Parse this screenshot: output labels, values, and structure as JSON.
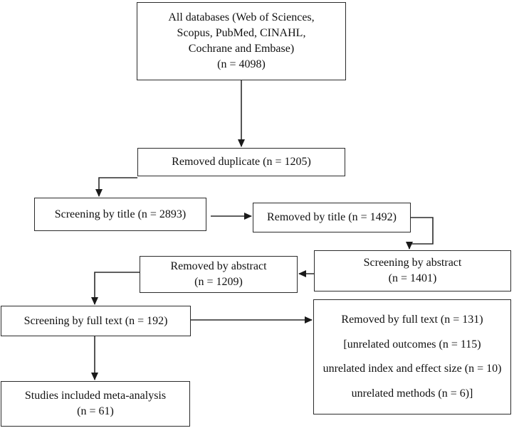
{
  "colors": {
    "line": "#2b2b2b",
    "text": "#111111",
    "background": "#ffffff"
  },
  "diagram": {
    "boxes": {
      "all_databases": {
        "text": "All databases (Web of Sciences,\nScopus, PubMed, CINAHL,\nCochrane and Embase)\n(n = 4098)"
      },
      "removed_duplicate": {
        "text": "Removed duplicate (n = 1205)"
      },
      "screening_title": {
        "text": "Screening by title (n = 2893)"
      },
      "removed_title": {
        "text": "Removed by title (n = 1492)"
      },
      "screening_abstract": {
        "text": "Screening by abstract\n(n = 1401)"
      },
      "removed_abstract": {
        "text": "Removed by abstract\n(n = 1209)"
      },
      "screening_full_text": {
        "text": "Screening by full text (n = 192)"
      },
      "removed_full_text": {
        "lines": [
          "Removed by full text (n = 131)",
          "[unrelated outcomes (n = 115)",
          "unrelated index and effect size (n = 10)",
          "unrelated methods (n = 6)]"
        ]
      },
      "included_meta_analysis": {
        "text": "Studies included meta-analysis\n(n = 61)"
      }
    }
  }
}
